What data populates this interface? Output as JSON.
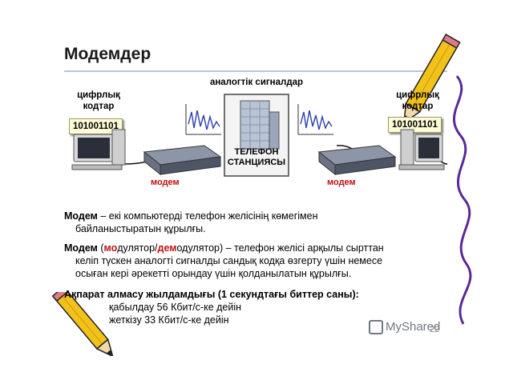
{
  "title": "Модемдер",
  "diagram": {
    "signal_label": "аналогтік сигналдар",
    "left_code_label_1": "цифрлық",
    "left_code_label_2": "кодтар",
    "right_code_label_1": "цифрлық",
    "right_code_label_2": "кодтар",
    "left_code": "101001101",
    "right_code": "101001101",
    "station_line_1": "ТЕЛЕФОН",
    "station_line_2": "СТАНЦИЯСЫ",
    "modem_left": "модем",
    "modem_right": "модем"
  },
  "paragraphs": {
    "p1_term": "Модем",
    "p1_rest_1": " – екі компьютерді телефон желісінің көмегімен",
    "p1_rest_2": "байланыстыратын құрылғы.",
    "p2_term": "Модем",
    "p2_open": " (",
    "p2_mo": "мо",
    "p2_dulyator": "дулятор/",
    "p2_dem": "дем",
    "p2_odulyator": "одулятор)",
    "p2_rest_1": " – телефон желісі арқылы сырттан",
    "p2_rest_2": "келіп түскен аналогті сигналды сандық кодқа өзгерту үшін немесе",
    "p2_rest_3": "осыған кері әрекетті орындау үшін қолданылатын құрылғы.",
    "p3_head": "Ақпарат алмасу жылдамдығы (1 секундтағы биттер саны):",
    "p3_line_1": "қабылдау  56 Кбит/с-ке дейін",
    "p3_line_2": "жеткізу    33 Кбит/с-ке дейін"
  },
  "footer": {
    "watermark": "MyShared",
    "slide_number": "22"
  },
  "colors": {
    "accent_red": "#c01010",
    "pencil_yellow": "#f2c21a",
    "purple_squiggle": "#5a2a9a"
  }
}
